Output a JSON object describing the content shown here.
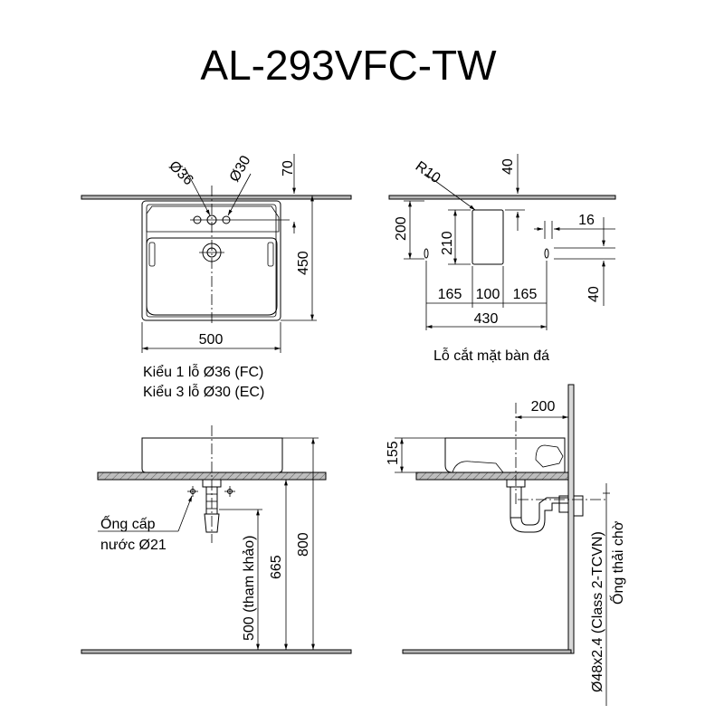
{
  "title": "AL-293VFC-TW",
  "top_view": {
    "dim_width": "500",
    "dim_depth": "450",
    "dim_tap_offset": "70",
    "dia_36": "Ø36",
    "dia_30": "Ø30",
    "note_line1": "Kiểu 1 lỗ Ø36 (FC)",
    "note_line2": "Kiểu 3 lỗ Ø30 (EC)"
  },
  "cutout": {
    "radius": "R10",
    "dim_40_top": "40",
    "dim_200": "200",
    "dim_210": "210",
    "dim_165_left": "165",
    "dim_100": "100",
    "dim_165_right": "165",
    "dim_430": "430",
    "dim_16": "16",
    "dim_40_right": "40",
    "caption": "Lỗ cắt mặt bàn đá"
  },
  "front_view": {
    "supply_label_1": "Ống cấp",
    "supply_label_2": "nước Ø21",
    "dim_500_ref": "500 (tham khảo)",
    "dim_665": "665",
    "dim_800": "800"
  },
  "side_view": {
    "dim_200": "200",
    "dim_155": "155",
    "drain_pipe": "Ø48x2.4 (Class 2-TCVN)",
    "drain_label": "Ống thải chờ"
  }
}
